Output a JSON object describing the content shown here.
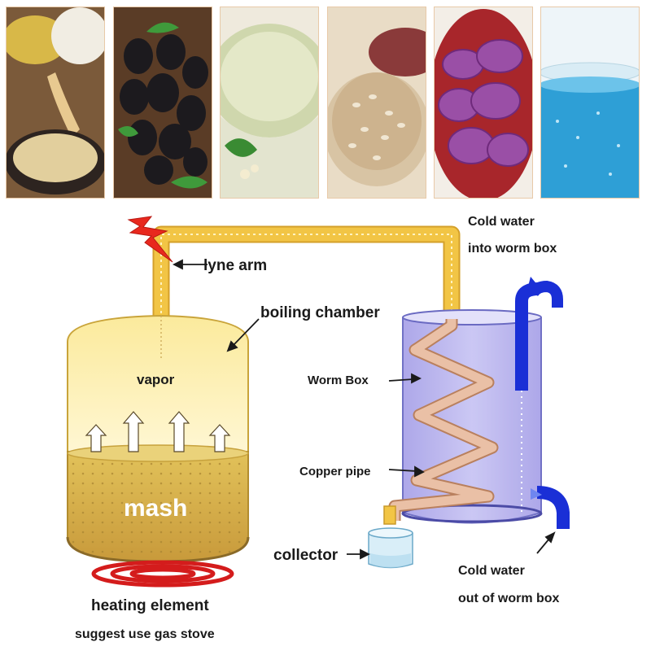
{
  "photos": [
    {
      "subject": "millet-grain",
      "bg": "#7b5a3a"
    },
    {
      "subject": "mulberries",
      "bg": "#3b2a20"
    },
    {
      "subject": "rice-porridge",
      "bg": "#dfe8c9"
    },
    {
      "subject": "brown-rice",
      "bg": "#e9dcc6"
    },
    {
      "subject": "purple-sweet-potato",
      "bg": "#a8262b"
    },
    {
      "subject": "blue-liquid-glass",
      "bg": "#e6f2f8"
    }
  ],
  "labels": {
    "lyne_arm": "lyne arm",
    "boiling_chamber": "boiling chamber",
    "vapor": "vapor",
    "mash": "mash",
    "heating_element": "heating element",
    "gas_stove_note": "suggest use gas stove",
    "worm_box": "Worm Box",
    "copper_pipe": "Copper pipe",
    "collector": "collector",
    "cold_in_line1": "Cold water",
    "cold_in_line2": "into worm box",
    "cold_out_line1": "Cold water",
    "cold_out_line2": "out of worm box"
  },
  "colors": {
    "vapor_pipe": "#f2c545",
    "pipe_outline": "#d4a02a",
    "chamber_top": "#fbe9a6",
    "mash": "#d9b347",
    "worm_box_water": "#b9b4ee",
    "copper_pipe": "#e8b8a0",
    "cold_water_pipe": "#1a2fd6",
    "heating_coil": "#d41c1c"
  }
}
